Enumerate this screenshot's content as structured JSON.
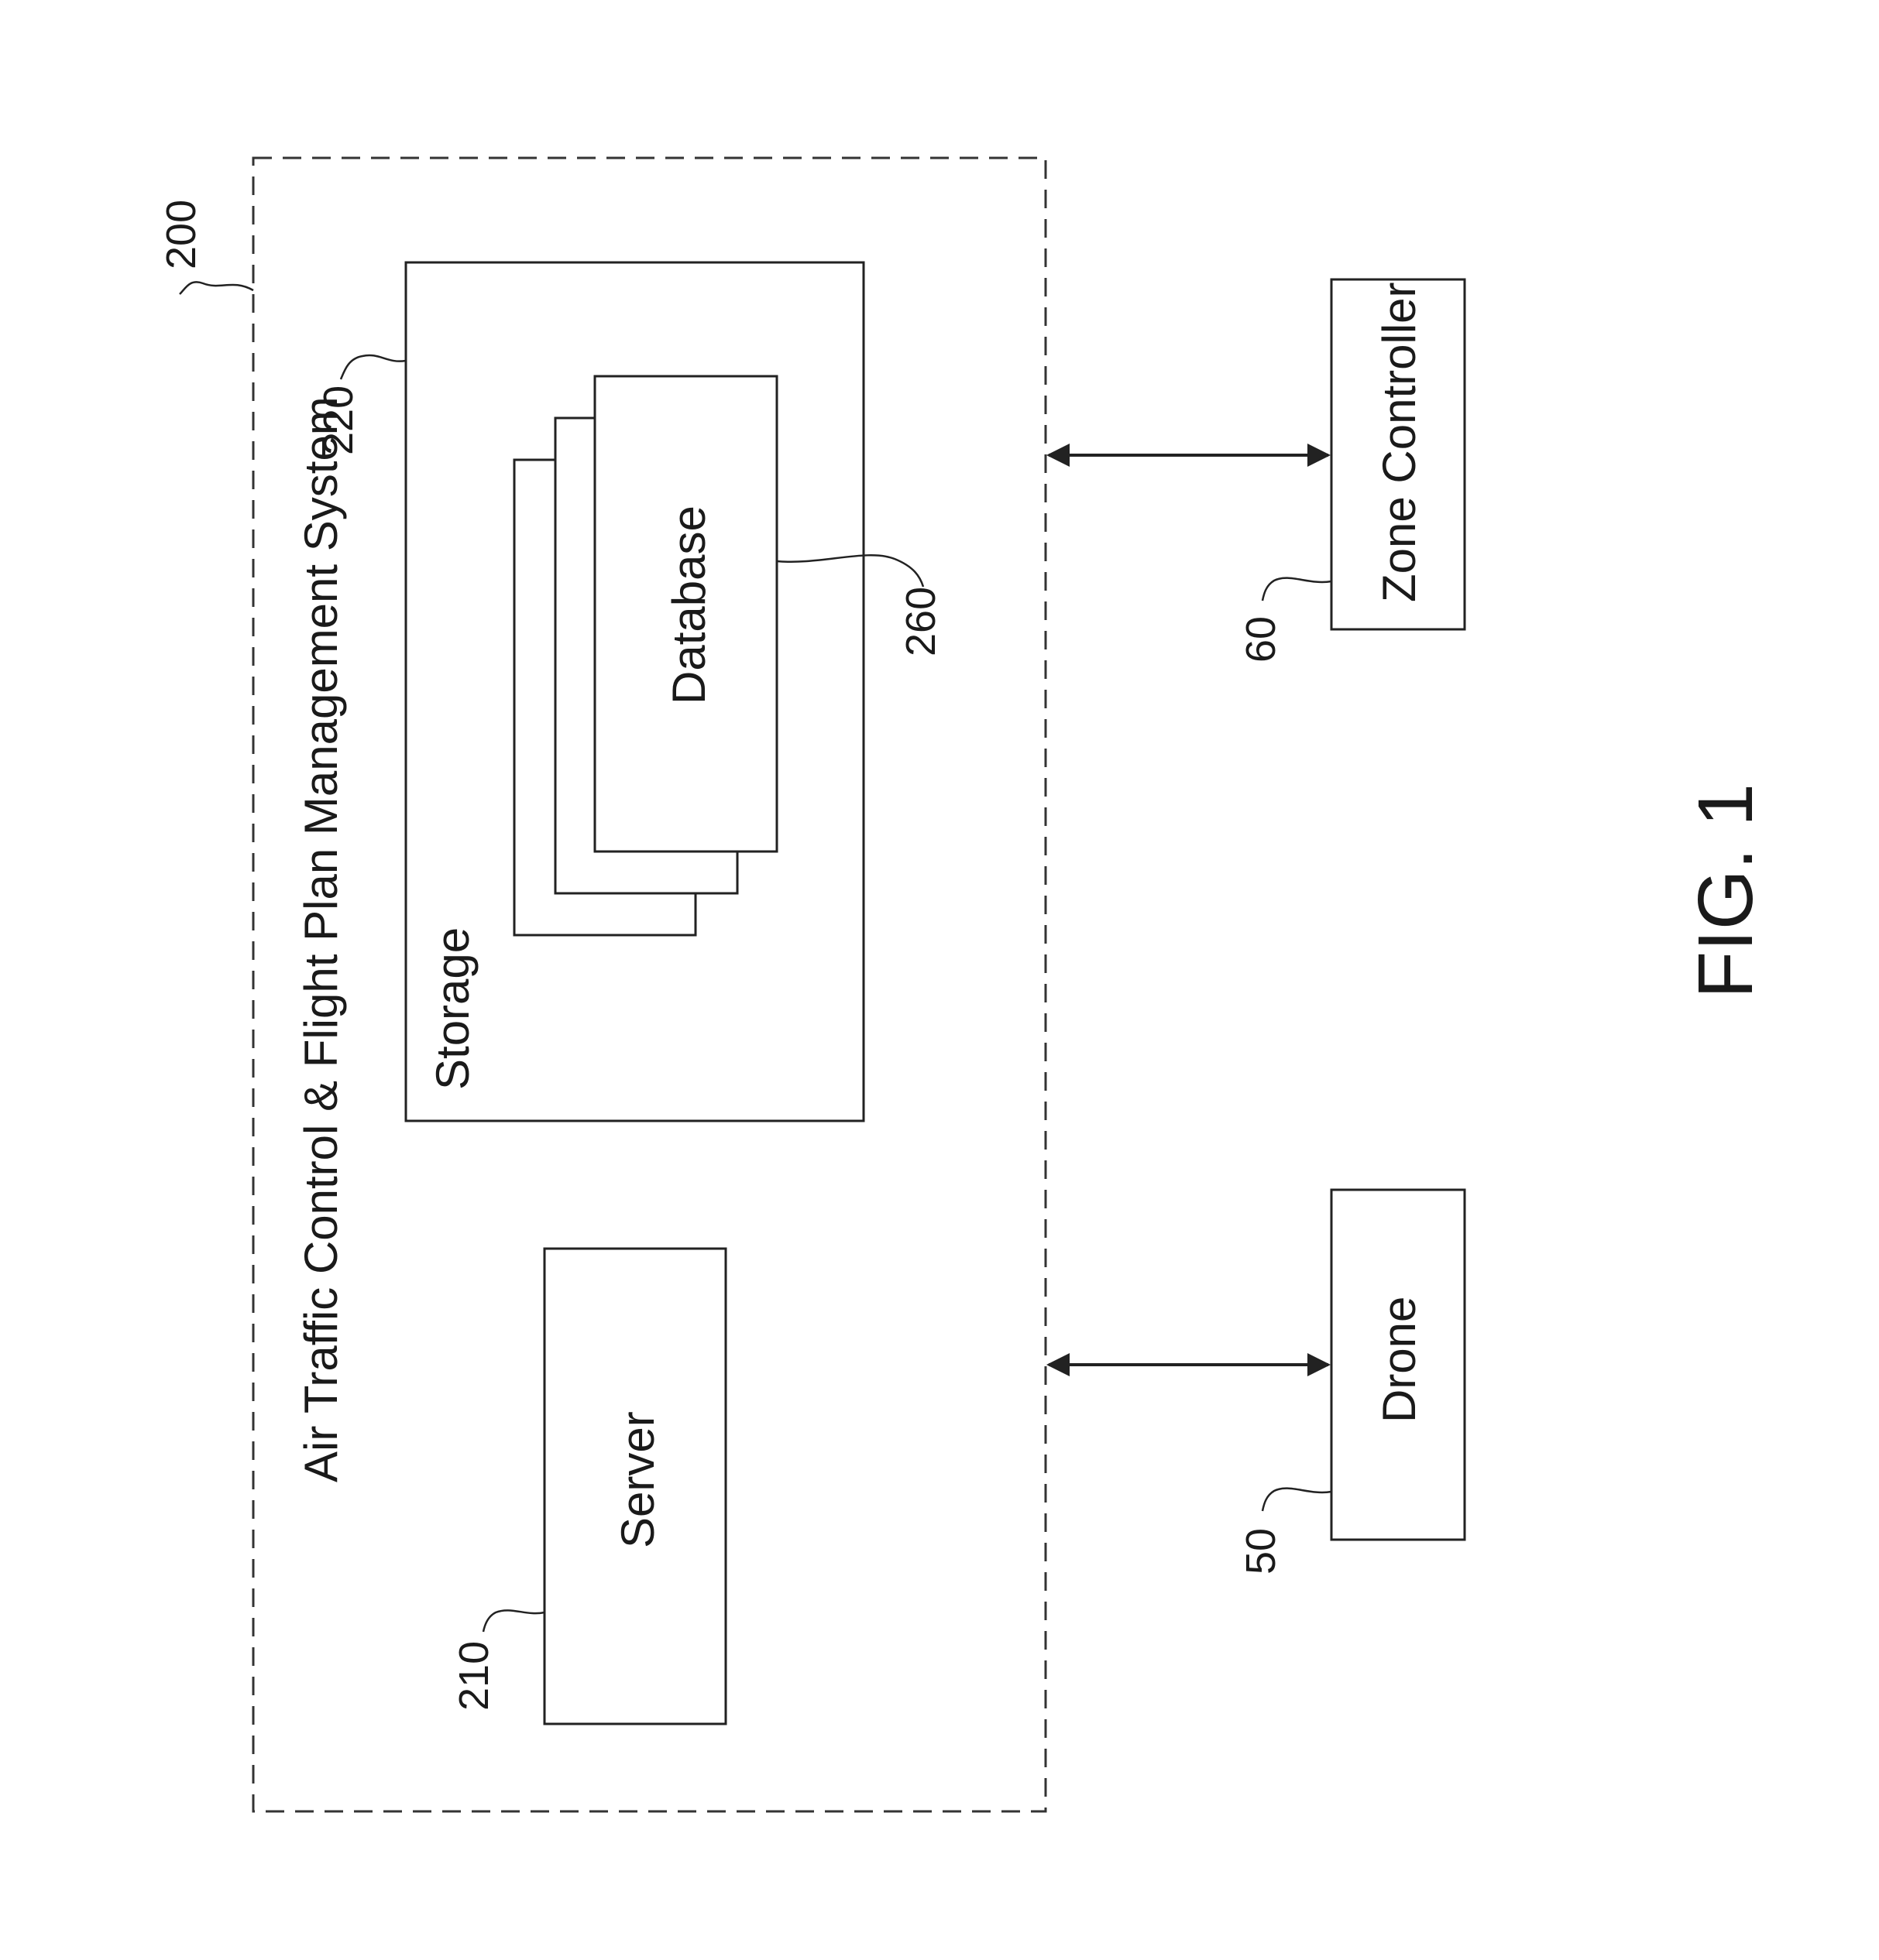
{
  "system": {
    "ref": "200",
    "title": "Air Traffic Control & Flight Plan Management System"
  },
  "storage": {
    "ref": "220",
    "label": "Storage"
  },
  "database": {
    "ref": "260",
    "label": "Database"
  },
  "server": {
    "ref": "210",
    "label": "Server"
  },
  "zone_controller": {
    "ref": "60",
    "label": "Zone Controller"
  },
  "drone": {
    "ref": "50",
    "label": "Drone"
  },
  "figure_label": "FIG. 1"
}
